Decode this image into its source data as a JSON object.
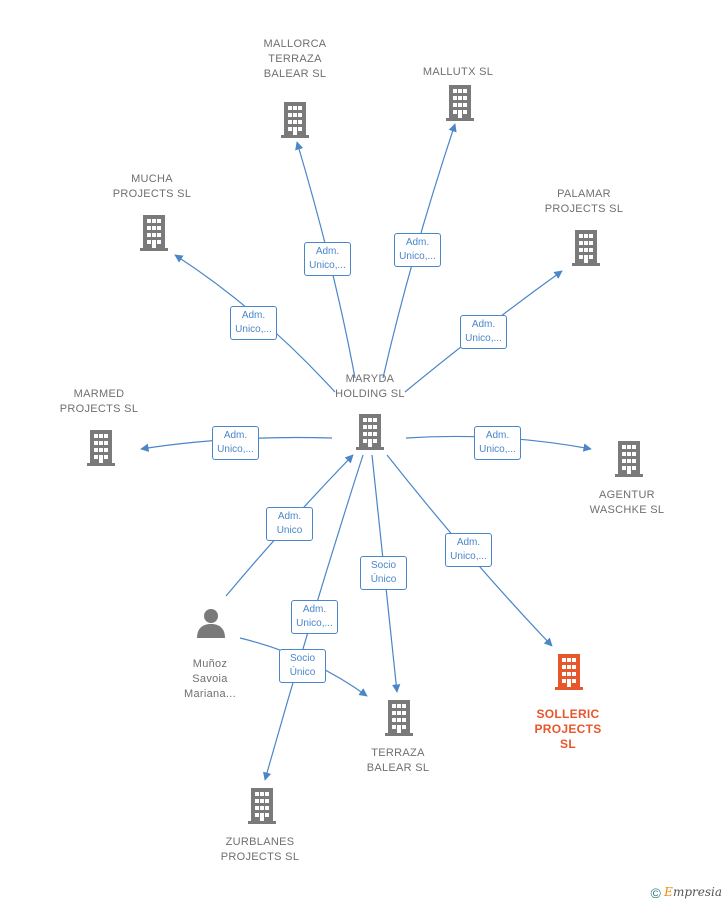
{
  "nodes": [
    {
      "id": "maryda",
      "label": "MARYDA\nHOLDING  SL",
      "type": "company",
      "role": "center"
    },
    {
      "id": "mallorca",
      "label": "MALLORCA\nTERRAZA\nBALEAR  SL",
      "type": "company"
    },
    {
      "id": "mallutx",
      "label": "MALLUTX  SL",
      "type": "company"
    },
    {
      "id": "mucha",
      "label": "MUCHA\nPROJECTS  SL",
      "type": "company"
    },
    {
      "id": "palamar",
      "label": "PALAMAR\nPROJECTS  SL",
      "type": "company"
    },
    {
      "id": "marmed",
      "label": "MARMED\nPROJECTS  SL",
      "type": "company"
    },
    {
      "id": "agentur",
      "label": "AGENTUR\nWASCHKE SL",
      "type": "company"
    },
    {
      "id": "munoz",
      "label": "Muñoz\nSavoia\nMariana...",
      "type": "person"
    },
    {
      "id": "terraza",
      "label": "TERRAZA\nBALEAR SL",
      "type": "company"
    },
    {
      "id": "solleric",
      "label": "SOLLERIC\nPROJECTS\nSL",
      "type": "company",
      "role": "main"
    },
    {
      "id": "zurblanes",
      "label": "ZURBLANES\nPROJECTS  SL",
      "type": "company"
    }
  ],
  "edges": [
    {
      "from": "maryda",
      "to": "mallorca",
      "label": "Adm.\nUnico,..."
    },
    {
      "from": "maryda",
      "to": "mallutx",
      "label": "Adm.\nUnico,..."
    },
    {
      "from": "maryda",
      "to": "mucha",
      "label": "Adm.\nUnico,..."
    },
    {
      "from": "maryda",
      "to": "palamar",
      "label": "Adm.\nUnico,..."
    },
    {
      "from": "maryda",
      "to": "marmed",
      "label": "Adm.\nUnico,..."
    },
    {
      "from": "maryda",
      "to": "agentur",
      "label": "Adm.\nUnico,..."
    },
    {
      "from": "munoz",
      "to": "maryda",
      "label": "Adm.\nUnico"
    },
    {
      "from": "maryda",
      "to": "terraza",
      "label": "Socio\nÚnico"
    },
    {
      "from": "maryda",
      "to": "solleric",
      "label": "Adm.\nUnico,..."
    },
    {
      "from": "maryda",
      "to": "zurblanes",
      "label": "Adm.\nUnico,..."
    },
    {
      "from": "munoz",
      "to": "terraza",
      "label": "Socio\nÚnico"
    }
  ],
  "colors": {
    "edge": "#4a86c8",
    "company": "#7a7a7a",
    "main": "#e8572c",
    "person": "#7a7a7a"
  },
  "footer": {
    "copyright": "©",
    "brand_first": "E",
    "brand_rest": "mpresia"
  }
}
